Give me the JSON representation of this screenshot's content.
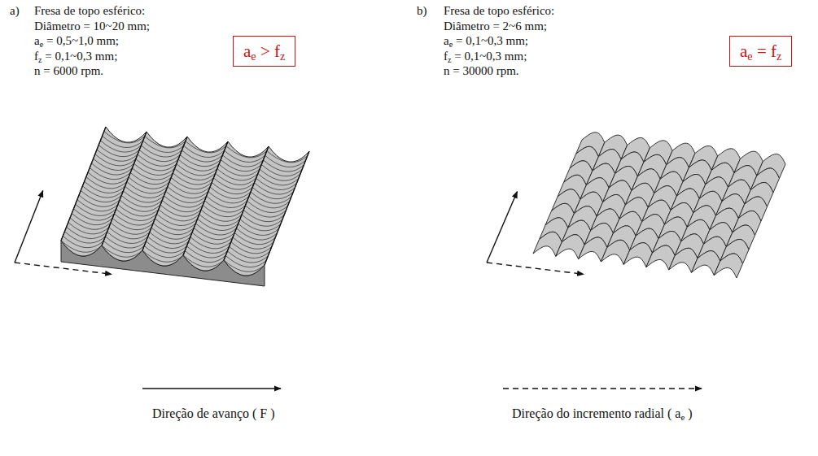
{
  "diagram": {
    "nodes": [
      {
        "text": [
          "ae > fz"
        ]
      },
      {
        "text": [
          "ae = fz"
        ]
      }
    ],
    "labels": [
      "a)",
      "Fresa de topo esférico:",
      "Diâmetro = 10~20 mm;",
      "ae = 0,5~1,0 mm;",
      "fz = 0,1~0,3 mm;",
      "n = 6000 rpm.",
      "b)",
      "Fresa de topo esférico:",
      "Diâmetro = 2~6 mm;",
      "ae = 0,1~0,3 mm;",
      "fz = 0,1~0,3 mm;",
      "n = 30000 rpm."
    ],
    "legend": [
      {
        "text": "Direção de avanço ( F )"
      },
      {
        "text": "Direção do incremento radial ( ae )"
      }
    ]
  }
}
